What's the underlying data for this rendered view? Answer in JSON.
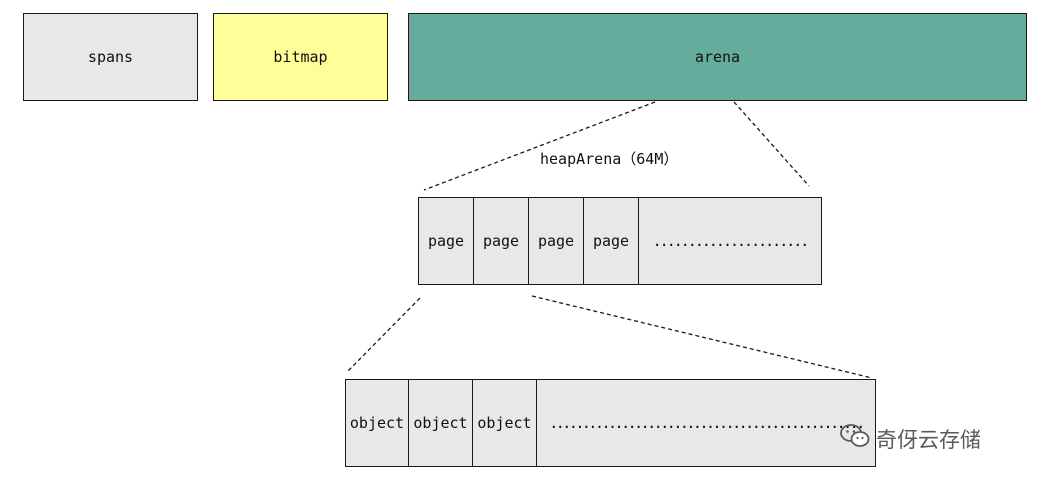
{
  "colors": {
    "spans": "#e8e8e8",
    "bitmap": "#ffff99",
    "arena": "#66ac9c",
    "cell": "#e8e8e8",
    "border": "#1a1a1a"
  },
  "top_row": {
    "spans_label": "spans",
    "bitmap_label": "bitmap",
    "arena_label": "arena"
  },
  "heap_arena": {
    "caption": "heapArena（64M）",
    "pages": [
      "page",
      "page",
      "page",
      "page"
    ],
    "ellipsis": "......................"
  },
  "page_detail": {
    "objects": [
      "object",
      "object",
      "object"
    ],
    "ellipsis": "................................................"
  },
  "watermark": {
    "icon": "wechat-icon",
    "text": "奇伢云存储"
  }
}
